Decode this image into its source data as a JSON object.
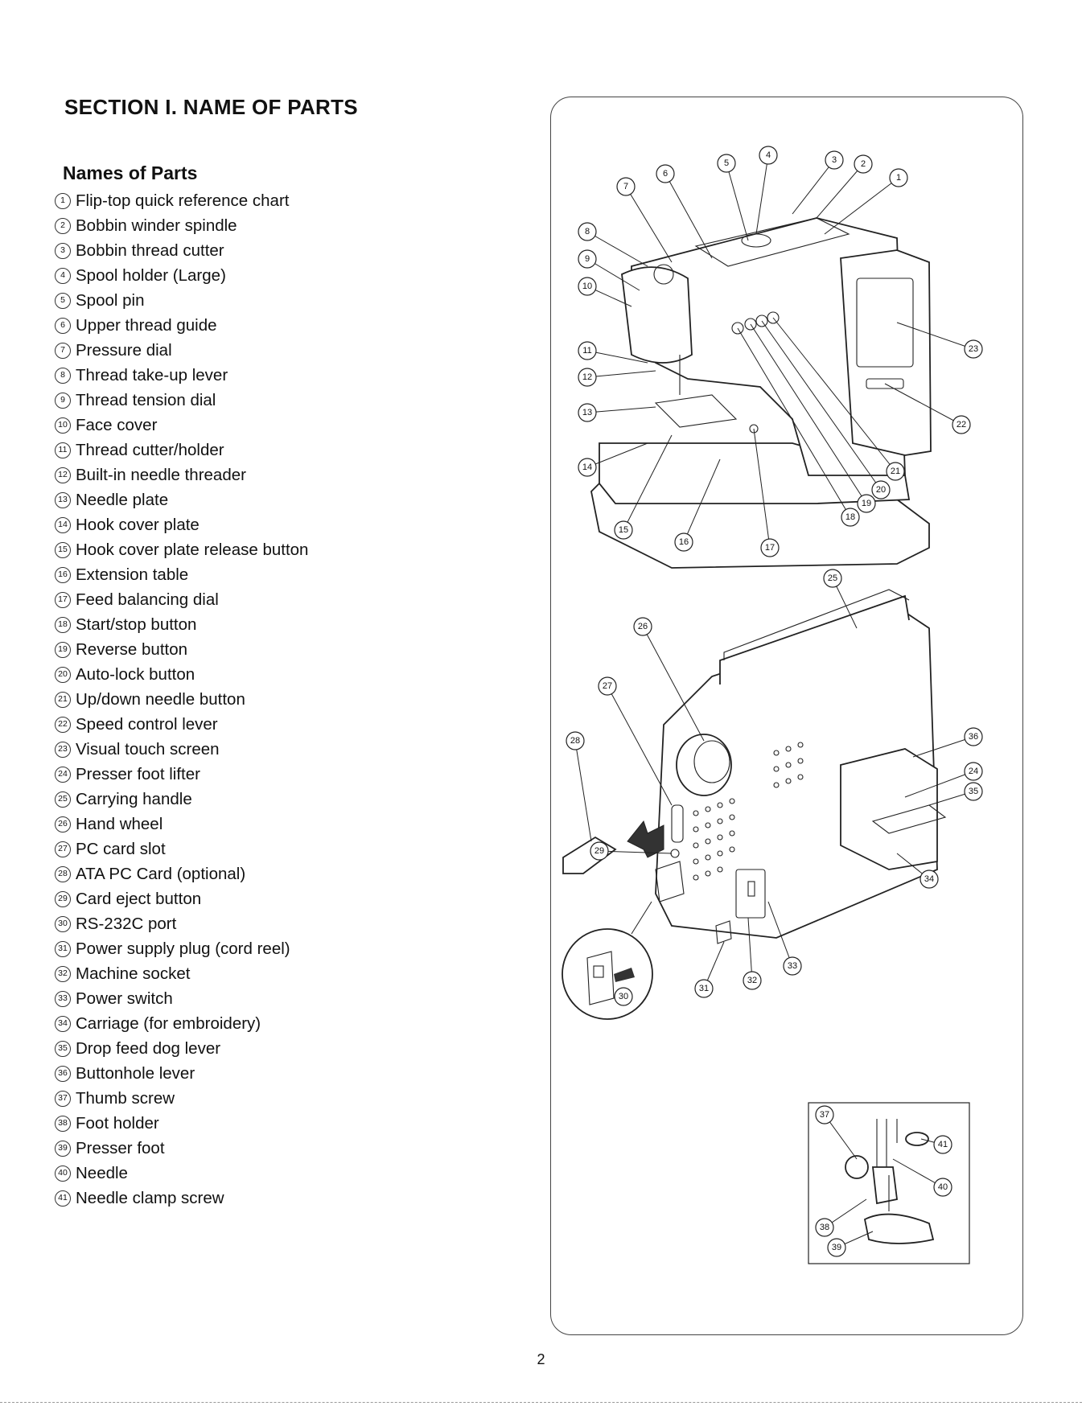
{
  "page": {
    "title": "SECTION I. NAME OF PARTS",
    "heading": "Names of Parts",
    "page_number": "2"
  },
  "parts": [
    {
      "num": "1",
      "label": "Flip-top quick reference chart"
    },
    {
      "num": "2",
      "label": "Bobbin winder spindle"
    },
    {
      "num": "3",
      "label": "Bobbin thread cutter"
    },
    {
      "num": "4",
      "label": "Spool holder (Large)"
    },
    {
      "num": "5",
      "label": "Spool pin"
    },
    {
      "num": "6",
      "label": "Upper thread guide"
    },
    {
      "num": "7",
      "label": "Pressure dial"
    },
    {
      "num": "8",
      "label": "Thread take-up lever"
    },
    {
      "num": "9",
      "label": "Thread tension dial"
    },
    {
      "num": "10",
      "label": "Face cover"
    },
    {
      "num": "11",
      "label": "Thread cutter/holder"
    },
    {
      "num": "12",
      "label": "Built-in needle threader"
    },
    {
      "num": "13",
      "label": "Needle plate"
    },
    {
      "num": "14",
      "label": "Hook cover plate"
    },
    {
      "num": "15",
      "label": "Hook cover plate release button"
    },
    {
      "num": "16",
      "label": "Extension table"
    },
    {
      "num": "17",
      "label": "Feed balancing dial"
    },
    {
      "num": "18",
      "label": "Start/stop button"
    },
    {
      "num": "19",
      "label": "Reverse button"
    },
    {
      "num": "20",
      "label": "Auto-lock button"
    },
    {
      "num": "21",
      "label": "Up/down needle button"
    },
    {
      "num": "22",
      "label": "Speed control lever"
    },
    {
      "num": "23",
      "label": "Visual touch screen"
    },
    {
      "num": "24",
      "label": "Presser foot lifter"
    },
    {
      "num": "25",
      "label": "Carrying handle"
    },
    {
      "num": "26",
      "label": "Hand wheel"
    },
    {
      "num": "27",
      "label": "PC card slot"
    },
    {
      "num": "28",
      "label": "ATA PC Card (optional)"
    },
    {
      "num": "29",
      "label": "Card eject button"
    },
    {
      "num": "30",
      "label": "RS-232C port"
    },
    {
      "num": "31",
      "label": "Power supply plug (cord reel)"
    },
    {
      "num": "32",
      "label": "Machine socket"
    },
    {
      "num": "33",
      "label": "Power switch"
    },
    {
      "num": "34",
      "label": "Carriage (for embroidery)"
    },
    {
      "num": "35",
      "label": "Drop feed dog lever"
    },
    {
      "num": "36",
      "label": "Buttonhole lever"
    },
    {
      "num": "37",
      "label": "Thumb screw"
    },
    {
      "num": "38",
      "label": "Foot holder"
    },
    {
      "num": "39",
      "label": "Presser foot"
    },
    {
      "num": "40",
      "label": "Needle"
    },
    {
      "num": "41",
      "label": "Needle clamp screw"
    }
  ]
}
